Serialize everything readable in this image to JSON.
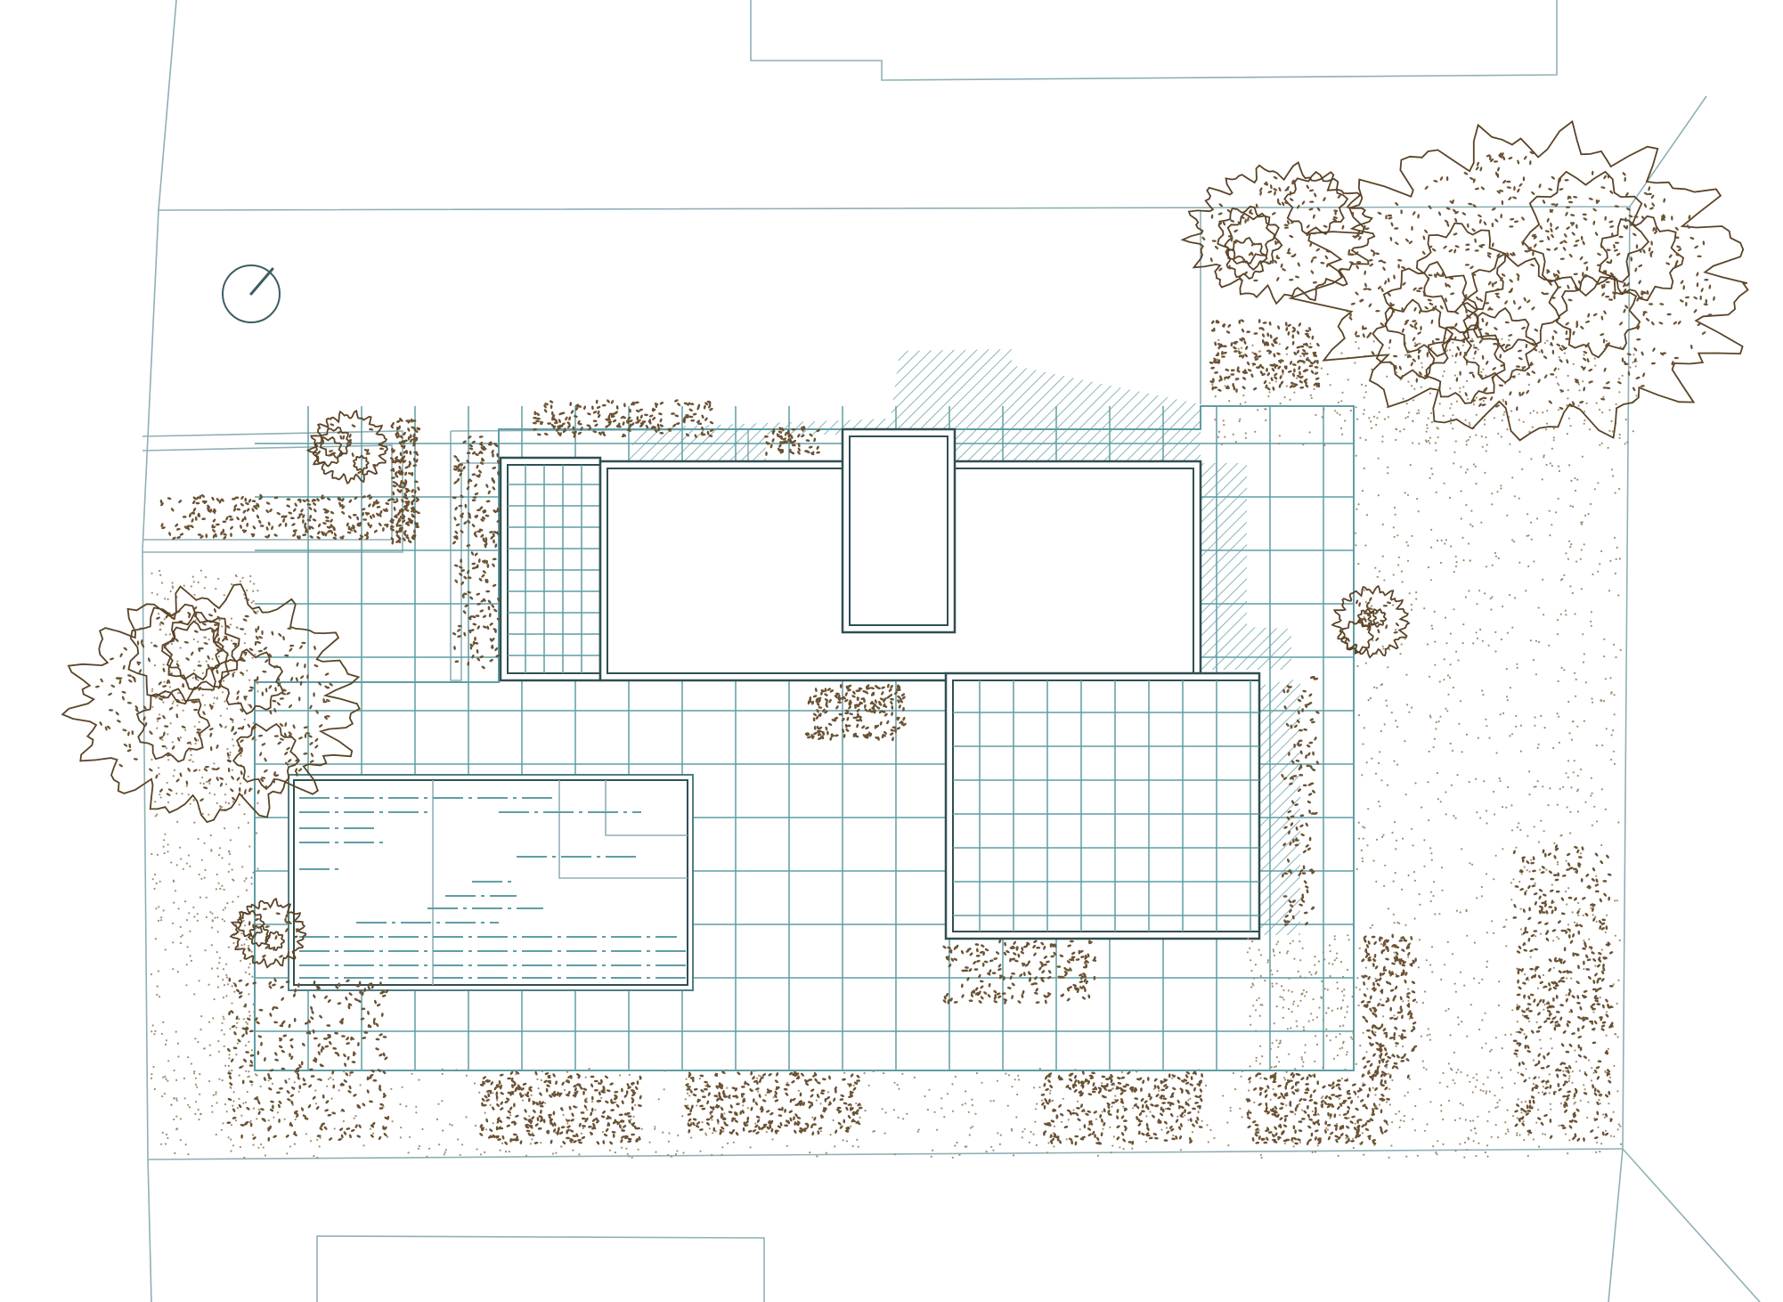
{
  "drawing": {
    "type": "site-plan",
    "colors": {
      "site_lines": "#8fb0b5",
      "paving": "#5f9ea4",
      "building": "#2f4f53",
      "vegetation": "#5a4326",
      "gravel": "#a08c70",
      "background": "#ffffff"
    },
    "elements": [
      "north-arrow",
      "neighbor-buildings",
      "property-boundary",
      "paved-terrace-grid",
      "house-footprint",
      "pool",
      "shadow-hatching",
      "trees",
      "shrub-hedges",
      "gravel-garden"
    ]
  }
}
